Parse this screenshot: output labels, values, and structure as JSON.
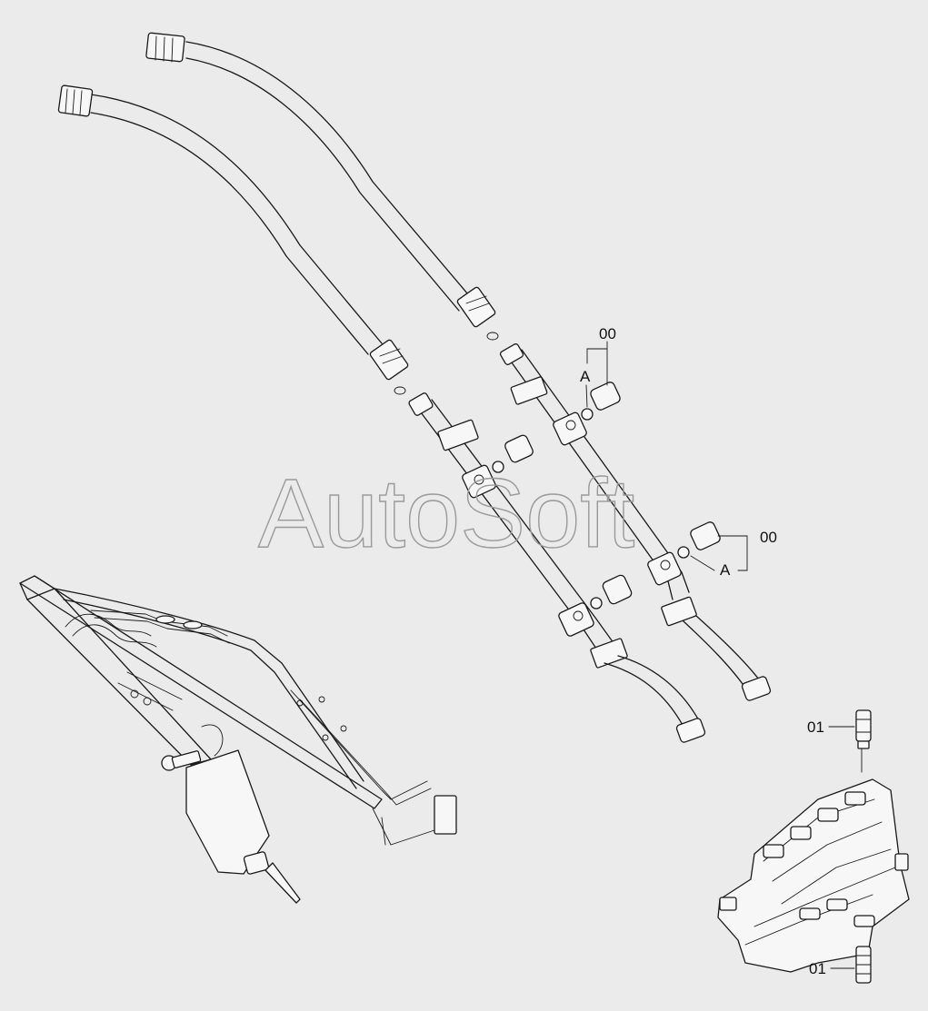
{
  "watermark": "AutoSoft",
  "callouts": {
    "part_00_top": "00",
    "part_a_top": "A",
    "part_00_right": "00",
    "part_a_right": "A",
    "part_01_top": "01",
    "part_01_bottom": "01"
  }
}
